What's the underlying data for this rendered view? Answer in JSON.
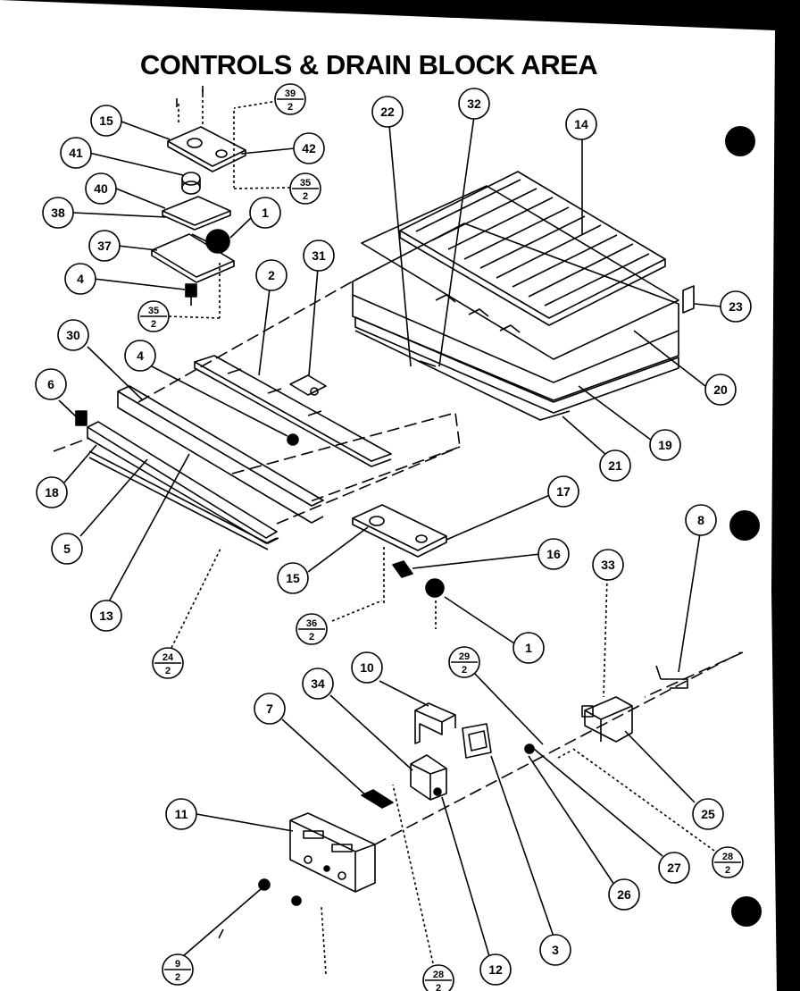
{
  "title": "CONTROLS & DRAIN BLOCK AREA",
  "callouts": [
    {
      "id": "c15a",
      "label": "15"
    },
    {
      "id": "c41",
      "label": "41"
    },
    {
      "id": "c40",
      "label": "40"
    },
    {
      "id": "c38",
      "label": "38"
    },
    {
      "id": "c37",
      "label": "37"
    },
    {
      "id": "c4a",
      "label": "4"
    },
    {
      "id": "c1a",
      "label": "1"
    },
    {
      "id": "c42",
      "label": "42"
    },
    {
      "id": "c22",
      "label": "22"
    },
    {
      "id": "c32",
      "label": "32"
    },
    {
      "id": "c14",
      "label": "14"
    },
    {
      "id": "c23",
      "label": "23"
    },
    {
      "id": "c20",
      "label": "20"
    },
    {
      "id": "c19",
      "label": "19"
    },
    {
      "id": "c21",
      "label": "21"
    },
    {
      "id": "c2",
      "label": "2"
    },
    {
      "id": "c31",
      "label": "31"
    },
    {
      "id": "c30",
      "label": "30"
    },
    {
      "id": "c4b",
      "label": "4"
    },
    {
      "id": "c6",
      "label": "6"
    },
    {
      "id": "c18",
      "label": "18"
    },
    {
      "id": "c5",
      "label": "5"
    },
    {
      "id": "c13",
      "label": "13"
    },
    {
      "id": "c17",
      "label": "17"
    },
    {
      "id": "c16",
      "label": "16"
    },
    {
      "id": "c15b",
      "label": "15"
    },
    {
      "id": "c1b",
      "label": "1"
    },
    {
      "id": "c8",
      "label": "8"
    },
    {
      "id": "c33",
      "label": "33"
    },
    {
      "id": "c10",
      "label": "10"
    },
    {
      "id": "c34",
      "label": "34"
    },
    {
      "id": "c7",
      "label": "7"
    },
    {
      "id": "c11",
      "label": "11"
    },
    {
      "id": "c25",
      "label": "25"
    },
    {
      "id": "c27",
      "label": "27"
    },
    {
      "id": "c26",
      "label": "26"
    },
    {
      "id": "c12",
      "label": "12"
    },
    {
      "id": "c3",
      "label": "3"
    }
  ],
  "fraction_callouts": [
    {
      "id": "f39",
      "num": "39",
      "den": "2"
    },
    {
      "id": "f35a",
      "num": "35",
      "den": "2"
    },
    {
      "id": "f35b",
      "num": "35",
      "den": "2"
    },
    {
      "id": "f36",
      "num": "36",
      "den": "2"
    },
    {
      "id": "f24",
      "num": "24",
      "den": "2"
    },
    {
      "id": "f29",
      "num": "29",
      "den": "2"
    },
    {
      "id": "f28a",
      "num": "28",
      "den": "2"
    },
    {
      "id": "f9",
      "num": "9",
      "den": "2"
    },
    {
      "id": "f28b",
      "num": "28",
      "den": "2"
    }
  ]
}
